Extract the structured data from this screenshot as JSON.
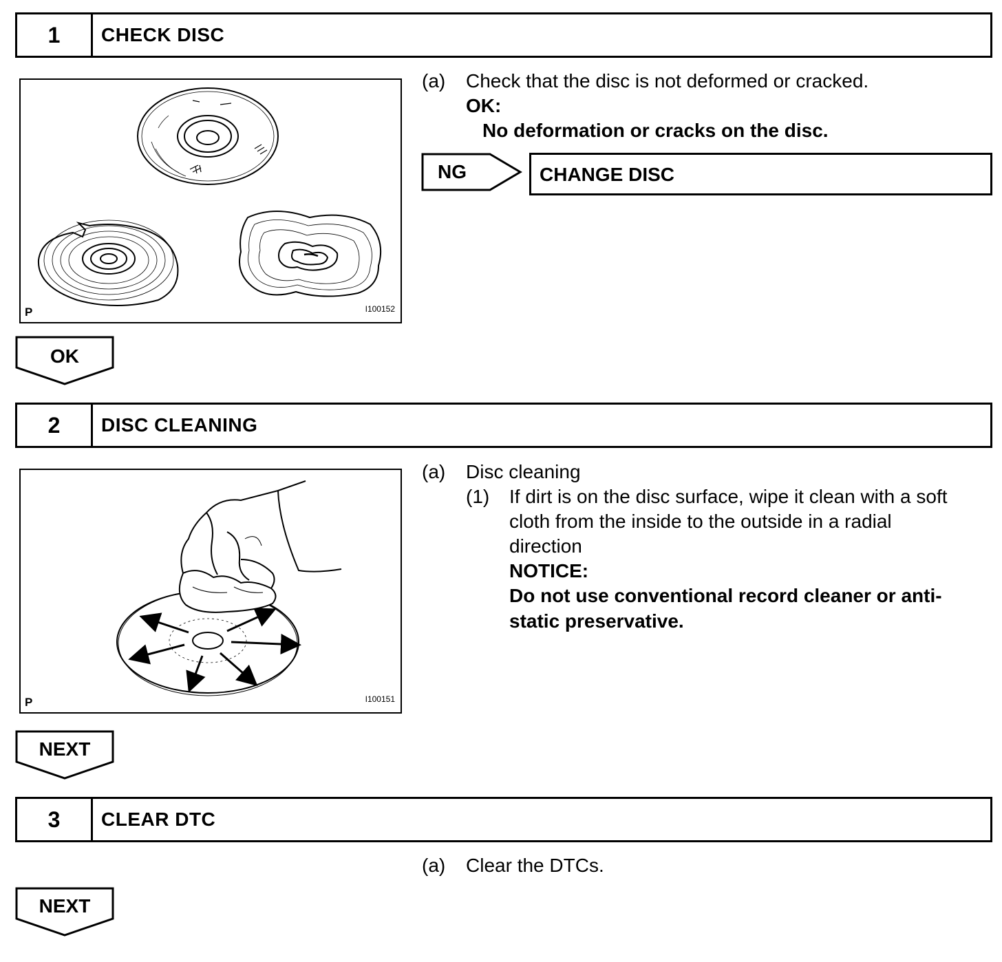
{
  "steps": [
    {
      "number": "1",
      "title": "CHECK DISC",
      "figure": {
        "corner_letter": "P",
        "figure_id": "I100152"
      },
      "instruction": {
        "label": "(a)",
        "text": "Check that the disc is not deformed or cracked.",
        "ok_label": "OK:",
        "ok_text": "No deformation or cracks on the disc."
      },
      "ng": {
        "label": "NG",
        "action": "CHANGE DISC"
      },
      "next_label": "OK"
    },
    {
      "number": "2",
      "title": "DISC CLEANING",
      "figure": {
        "corner_letter": "P",
        "figure_id": "I100151"
      },
      "instruction": {
        "label": "(a)",
        "text": "Disc cleaning",
        "sub_label": "(1)",
        "sub_lines": [
          "If dirt is on the disc surface, wipe it clean with a soft",
          "cloth from the inside to the outside in a radial",
          "direction"
        ],
        "notice_label": "NOTICE:",
        "notice_lines": [
          "Do not use conventional record cleaner or anti-",
          "static preservative."
        ]
      },
      "next_label": "NEXT"
    },
    {
      "number": "3",
      "title": "CLEAR DTC",
      "instruction": {
        "label": "(a)",
        "text": "Clear the DTCs."
      },
      "next_label": "NEXT"
    }
  ]
}
